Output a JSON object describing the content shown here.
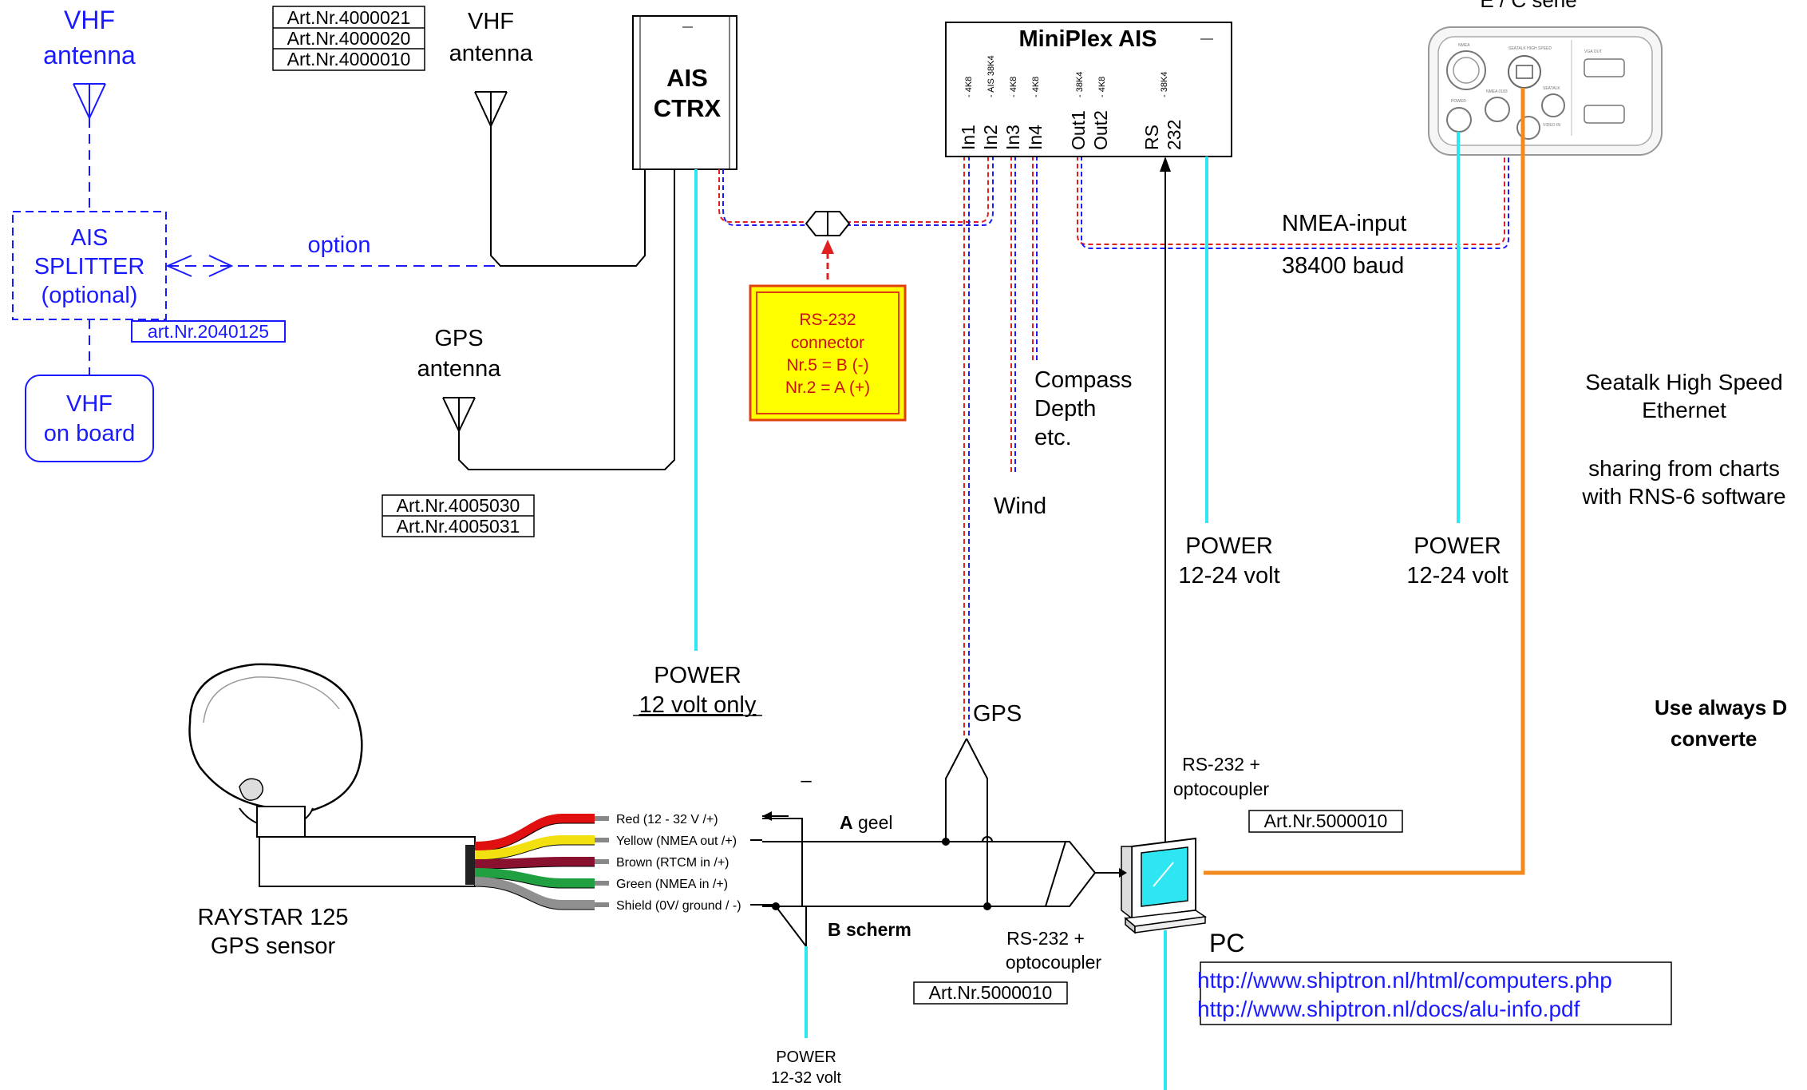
{
  "colors": {
    "black": "#000000",
    "blue": "#1a1aff",
    "cyan": "#2ee6f2",
    "orange": "#f28a1e",
    "red": "#e02020",
    "connector_fill": "#ffff00",
    "connector_border": "#e04010"
  },
  "vhf_antenna_left": {
    "line1": "VHF",
    "line2": "antenna"
  },
  "ais_splitter": {
    "line1": "AIS",
    "line2": "SPLITTER",
    "line3": "(optional)",
    "art": "art.Nr.2040125"
  },
  "option_label": "option",
  "vhf_on_board": {
    "line1": "VHF",
    "line2": "on board"
  },
  "art_vhf": [
    "Art.Nr.4000021",
    "Art.Nr.4000020",
    "Art.Nr.4000010"
  ],
  "vhf_antenna_mid": {
    "line1": "VHF",
    "line2": "antenna"
  },
  "gps_antenna": {
    "line1": "GPS",
    "line2": "antenna"
  },
  "art_gps": [
    "Art.Nr.4005030",
    "Art.Nr.4005031"
  ],
  "ais_ctrx": {
    "line1": "AIS",
    "line2": "CTRX"
  },
  "rs232_connector": {
    "line1": "RS-232",
    "line2": "connector",
    "line3": "Nr.5 = B (-)",
    "line4": "Nr.2 = A (+)"
  },
  "power_ais": {
    "line1": "POWER",
    "line2": "12 volt only"
  },
  "miniplex": {
    "title": "MiniPlex AIS",
    "speeds": [
      "- 4K8",
      "- AIS 38K4",
      "- 4K8",
      "- 4K8",
      "- 38K4",
      "- 4K8",
      "- 38K4"
    ],
    "ports": [
      "In1",
      "In2",
      "In3",
      "In4",
      "Out1",
      "Out2",
      "RS",
      "232"
    ]
  },
  "compass": {
    "line1": "Compass",
    "line2": "Depth",
    "line3": "etc."
  },
  "wind_label": "Wind",
  "gps_label": "GPS",
  "nmea_input": "NMEA-input",
  "baud": "38400 baud",
  "plotter_series": "E / C serie",
  "plotter_ports": [
    "SEATALK HIGH SPEED",
    "VGA OUT",
    "NMEA",
    "POWER",
    "NMEA 0183",
    "SEATALK",
    "VIDEO IN"
  ],
  "power_miniplex": {
    "line1": "POWER",
    "line2": "12-24 volt"
  },
  "power_plotter": {
    "line1": "POWER",
    "line2": "12-24 volt"
  },
  "seatalk": {
    "line1": "Seatalk High Speed",
    "line2": "Ethernet",
    "line3": "sharing from charts",
    "line4": "with RNS-6 software"
  },
  "use_always": {
    "line1": "Use always D",
    "line2": "converte"
  },
  "rs232_opto_top": {
    "line1": "RS-232 +",
    "line2": "optocoupler",
    "art": "Art.Nr.5000010"
  },
  "rs232_opto_bottom": {
    "line1": "RS-232 +",
    "line2": "optocoupler",
    "art": "Art.Nr.5000010"
  },
  "raystar": {
    "line1": "RAYSTAR 125",
    "line2": "GPS sensor",
    "wires": [
      {
        "label": "Red (12 - 32 V /+)",
        "color": "#e01010"
      },
      {
        "label": "Yellow (NMEA out /+)",
        "color": "#f2e010"
      },
      {
        "label": "Brown (RTCM in /+)",
        "color": "#8a1030"
      },
      {
        "label": "Green (NMEA in /+)",
        "color": "#20a040"
      },
      {
        "label": "Shield (0V/ ground / -)",
        "color": "#909090"
      }
    ]
  },
  "a_geel": {
    "bold": "A",
    "rest": " geel"
  },
  "b_scherm": "B scherm",
  "dash_mark": "–",
  "power_gps": {
    "line1": "POWER",
    "line2": "12-32 volt"
  },
  "pc": {
    "label": "PC",
    "link1": "http://www.shiptron.nl/html/computers.php",
    "link2": "http://www.shiptron.nl/docs/alu-info.pdf"
  }
}
